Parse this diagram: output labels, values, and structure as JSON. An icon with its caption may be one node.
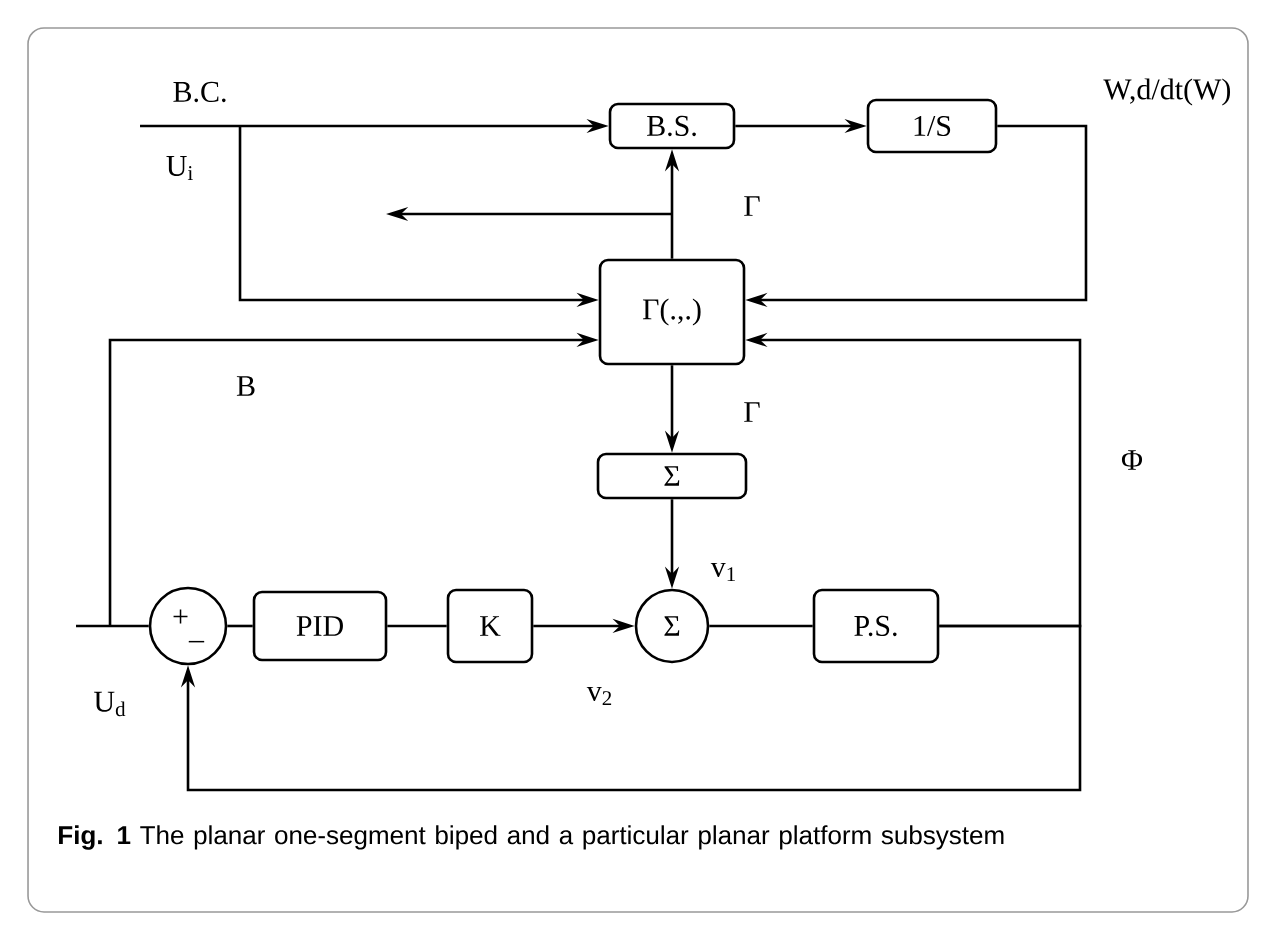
{
  "diagram": {
    "caption": "**Fig. 1** The planar one-segment biped and a particular planar platform subsystem",
    "nodes": [
      {
        "text": [
          "B.S."
        ]
      },
      {
        "text": [
          "1/S"
        ]
      },
      {
        "text": [
          "Γ(.,.)"
        ]
      },
      {
        "text": [
          "Σ"
        ]
      },
      {
        "text": [
          "Σ"
        ]
      },
      {
        "text": [
          "PID"
        ]
      },
      {
        "text": [
          "K"
        ]
      },
      {
        "text": [
          "P.S."
        ]
      },
      {
        "text": [
          "+",
          "_"
        ]
      }
    ],
    "edges": [
      {
        "from": null,
        "to": 0,
        "arrow": "to"
      },
      {
        "from": null,
        "to": 2,
        "arrow": "to"
      },
      {
        "from": 0,
        "to": 1,
        "arrow": "to"
      },
      {
        "from": 1,
        "to": 2,
        "arrow": "to"
      },
      {
        "from": 2,
        "to": 0,
        "arrow": "to"
      },
      {
        "from": 2,
        "to": null,
        "arrow": "to"
      },
      {
        "from": 2,
        "to": 3,
        "arrow": "to"
      },
      {
        "from": 3,
        "to": 4,
        "arrow": "to"
      },
      {
        "from": 4,
        "to": 7,
        "arrow": "none"
      },
      {
        "from": 7,
        "to": 2,
        "arrow": "to"
      },
      {
        "from": 7,
        "to": 8,
        "arrow": "to"
      },
      {
        "from": null,
        "to": 8,
        "arrow": "none"
      },
      {
        "from": null,
        "to": 2,
        "arrow": "to"
      },
      {
        "from": 8,
        "to": 5,
        "arrow": "none"
      },
      {
        "from": 5,
        "to": 6,
        "arrow": "none"
      },
      {
        "from": 6,
        "to": 4,
        "arrow": "to"
      }
    ],
    "labels": [
      "B.C.",
      "U$_{i}$",
      "W,d/dt(W)",
      "Γ",
      "Γ",
      "B",
      "Φ",
      "v$_{1}$",
      "v$_{2}$",
      "U$_{d}$"
    ]
  }
}
